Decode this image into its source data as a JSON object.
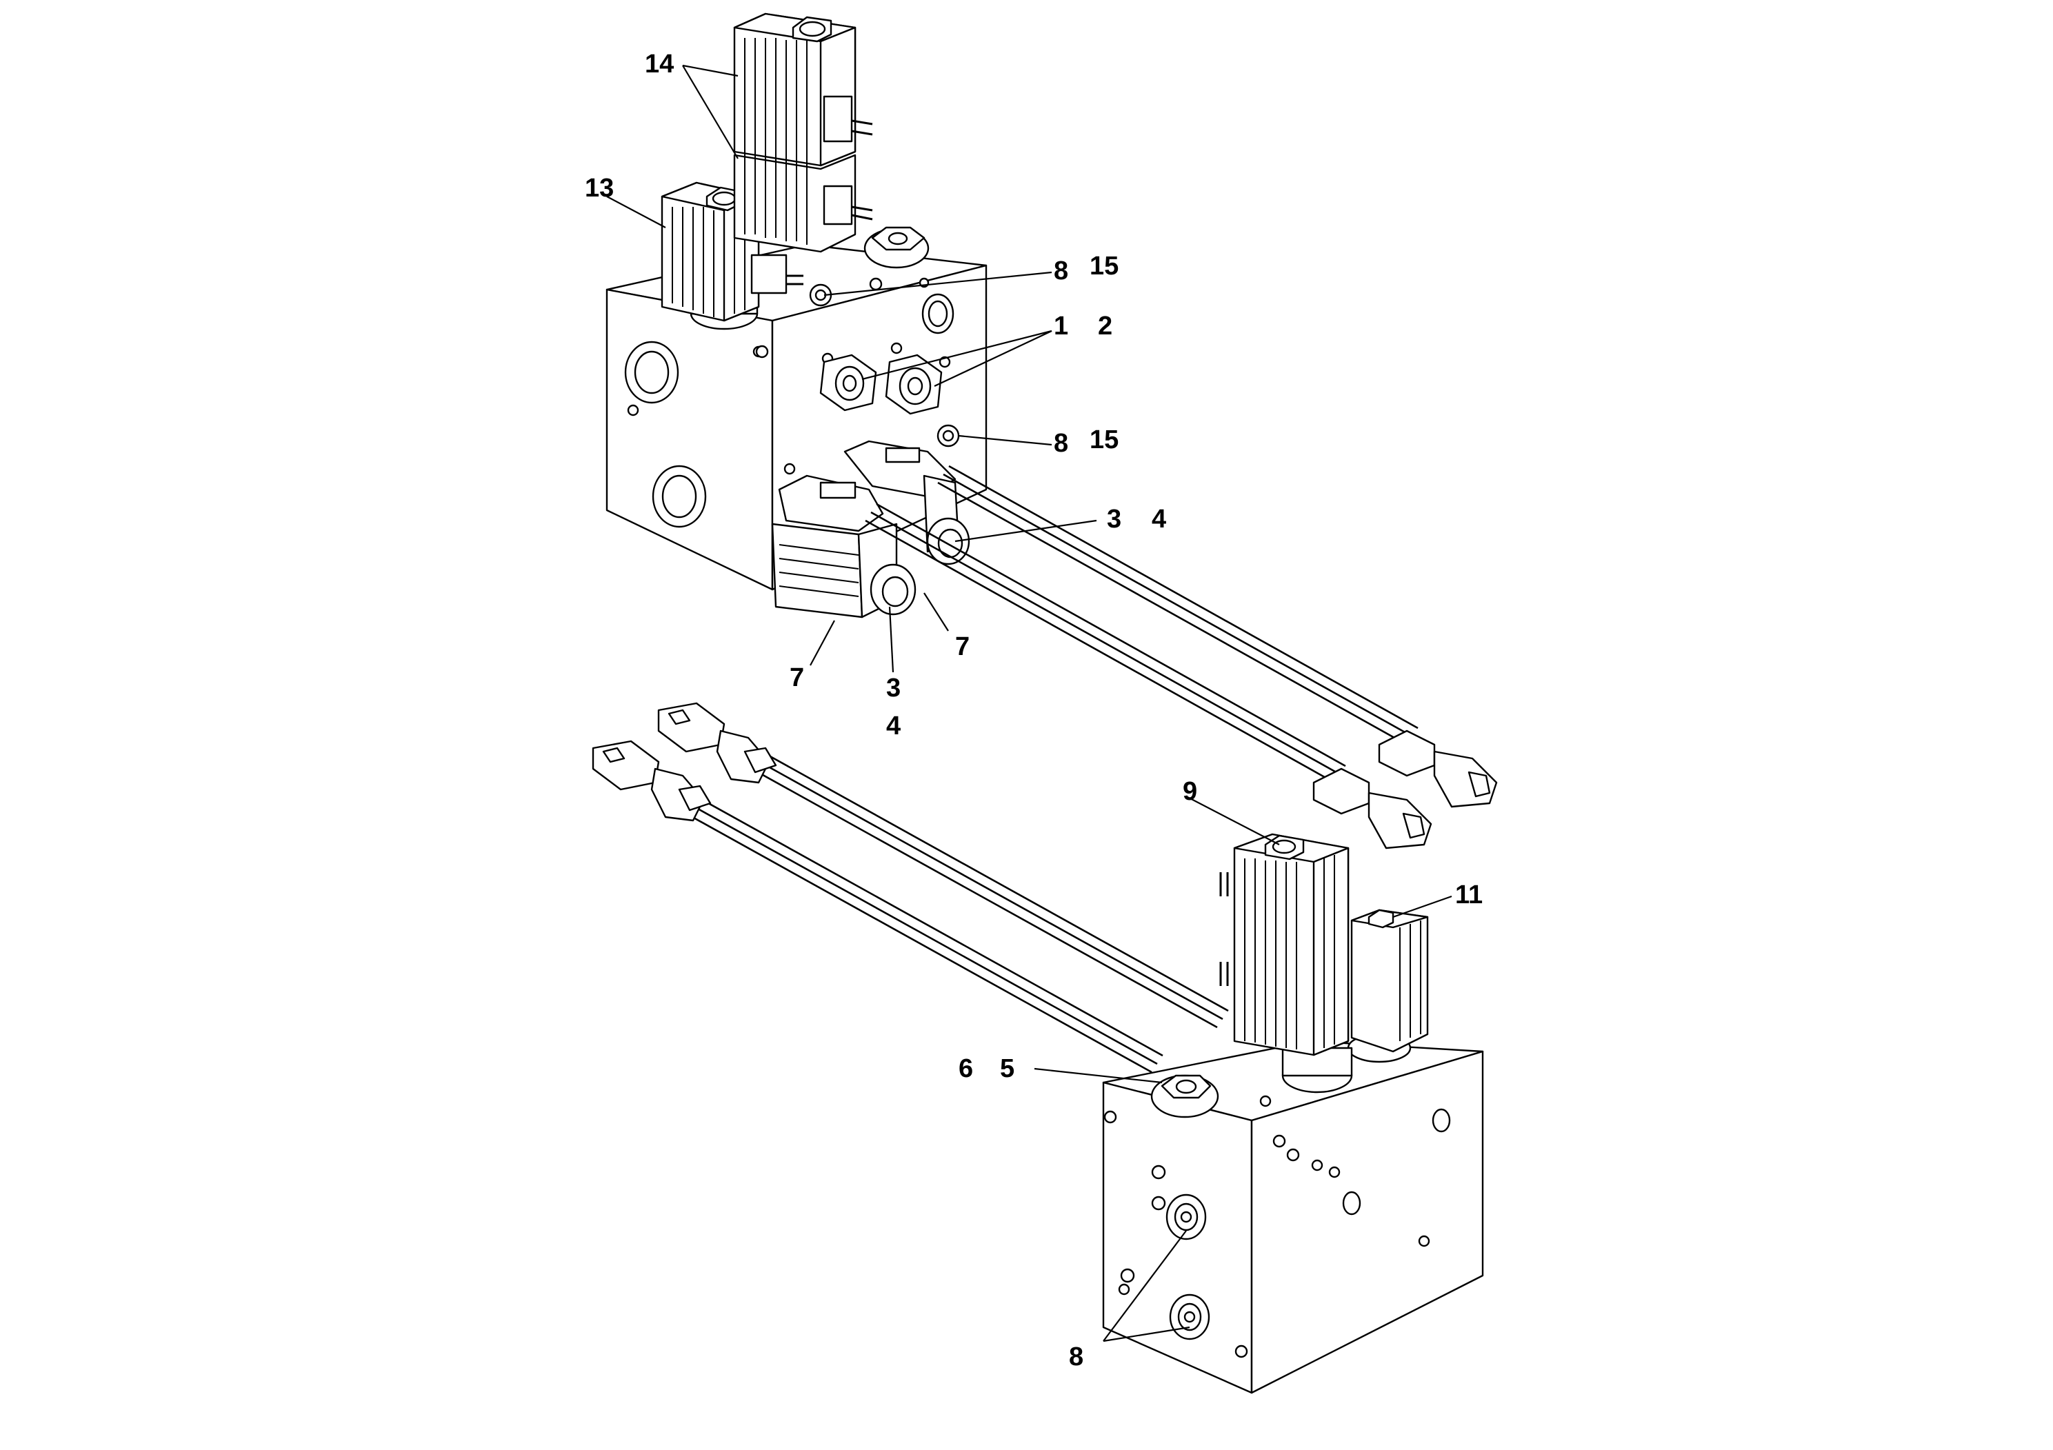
{
  "diagram": {
    "callouts": {
      "c14": "14",
      "c13": "13",
      "c8_a": "8",
      "c15_a": "15",
      "c1": "1",
      "c2": "2",
      "c8_b": "8",
      "c15_b": "15",
      "c3_a": "3",
      "c4_a": "4",
      "c7_a": "7",
      "c7_b": "7",
      "c3_b": "3",
      "c4_b": "4",
      "c9": "9",
      "c11": "11",
      "c6": "6",
      "c5": "5",
      "c8_c": "8"
    }
  }
}
